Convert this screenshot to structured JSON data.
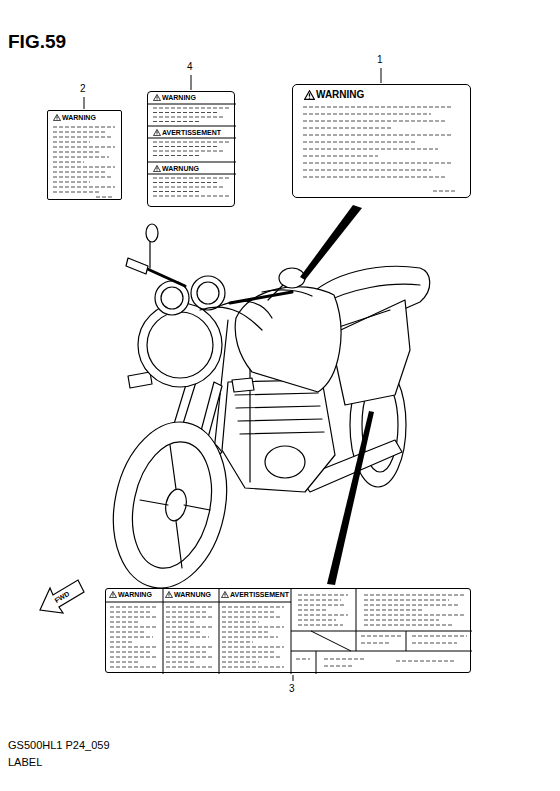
{
  "diagram": {
    "title": "FIG.59",
    "nodes": [
      {
        "text": [
          "WARNING"
        ]
      },
      {
        "text": [
          "WARNING",
          "AVERTISSEMENT",
          "WARNUNG"
        ]
      },
      {
        "text": [
          "WARNING"
        ]
      },
      {
        "text": [
          "WARNING",
          "WARNUNG",
          "AVERTISSEMENT"
        ]
      }
    ],
    "labels": [
      "2",
      "4",
      "1",
      "3",
      "FWD",
      "GS500HL1 P24_059",
      "LABEL"
    ]
  }
}
